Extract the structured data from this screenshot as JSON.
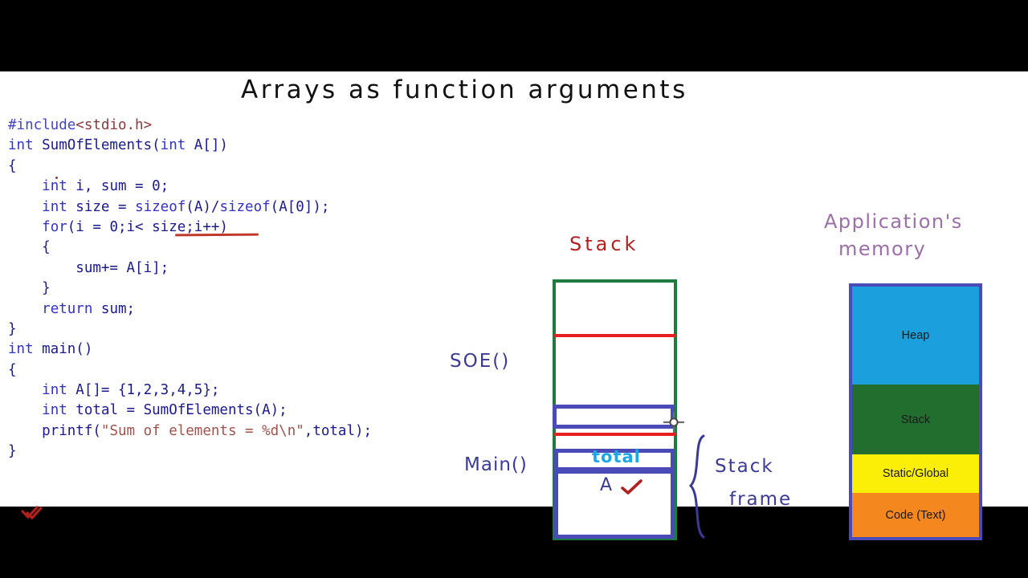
{
  "title": "Arrays as function arguments",
  "code": {
    "lines": [
      [
        {
          "t": "#include",
          "c": "pre"
        },
        {
          "t": "<stdio.h>",
          "c": "hdr"
        }
      ],
      [
        {
          "t": "int",
          "c": "kw"
        },
        {
          "t": " SumOfElements(",
          "c": "plain"
        },
        {
          "t": "int",
          "c": "kw"
        },
        {
          "t": " A[])",
          "c": "plain"
        }
      ],
      [
        {
          "t": "{",
          "c": "plain"
        }
      ],
      [
        {
          "t": "    ",
          "c": "plain"
        },
        {
          "t": "int",
          "c": "kw"
        },
        {
          "t": " i, sum = 0;",
          "c": "plain"
        }
      ],
      [
        {
          "t": "    ",
          "c": "plain"
        },
        {
          "t": "int",
          "c": "kw"
        },
        {
          "t": " size = ",
          "c": "plain"
        },
        {
          "t": "sizeof",
          "c": "kw"
        },
        {
          "t": "(A)/",
          "c": "plain"
        },
        {
          "t": "sizeof",
          "c": "kw"
        },
        {
          "t": "(A[0]);",
          "c": "plain"
        }
      ],
      [
        {
          "t": "    ",
          "c": "plain"
        },
        {
          "t": "for",
          "c": "kw"
        },
        {
          "t": "(i = 0;i< size;i++)",
          "c": "plain"
        }
      ],
      [
        {
          "t": "    {",
          "c": "plain"
        }
      ],
      [
        {
          "t": "        sum+= A[i];",
          "c": "plain"
        }
      ],
      [
        {
          "t": "    }",
          "c": "plain"
        }
      ],
      [
        {
          "t": "    ",
          "c": "plain"
        },
        {
          "t": "return",
          "c": "kw"
        },
        {
          "t": " sum;",
          "c": "plain"
        }
      ],
      [
        {
          "t": "}",
          "c": "plain"
        }
      ],
      [
        {
          "t": "int",
          "c": "kw"
        },
        {
          "t": " main()",
          "c": "plain"
        }
      ],
      [
        {
          "t": "{",
          "c": "plain"
        }
      ],
      [
        {
          "t": "    ",
          "c": "plain"
        },
        {
          "t": "int",
          "c": "kw"
        },
        {
          "t": " A[]= {1,2,3,4,5};",
          "c": "plain"
        }
      ],
      [
        {
          "t": "    ",
          "c": "plain"
        },
        {
          "t": "int",
          "c": "kw"
        },
        {
          "t": " total = SumOfElements(A);",
          "c": "plain"
        }
      ],
      [
        {
          "t": "    printf(",
          "c": "plain"
        },
        {
          "t": "\"Sum of elements = %d\\n\"",
          "c": "str"
        },
        {
          "t": ",total);",
          "c": "plain"
        }
      ],
      [
        {
          "t": "}",
          "c": "plain"
        }
      ]
    ]
  },
  "stack_diagram": {
    "heading": "Stack",
    "soe_label": "SOE()",
    "main_label": "Main()",
    "total_label": "total",
    "a_label": "A",
    "frame_label_line1": "Stack",
    "frame_label_line2": "frame"
  },
  "app_memory": {
    "title_line1": "Application's",
    "title_line2": "memory",
    "segments": [
      {
        "name": "Heap",
        "color": "#1ba0dd"
      },
      {
        "name": "Stack",
        "color": "#216e2e"
      },
      {
        "name": "Static/Global",
        "color": "#fbee07"
      },
      {
        "name": "Code (Text)",
        "color": "#f4881f"
      }
    ]
  },
  "colors": {
    "stack_heading": "#b22222",
    "stack_outer_border": "#1f7a3f",
    "divider_red": "#e62020",
    "frame_blue": "#4a4ab8",
    "ink_blue": "#3b3b96",
    "total_cyan": "#1ea7e8",
    "appmem_title": "#9b6fa8",
    "annotation_red": "#c0392b",
    "letterbox": "#000000",
    "canvas": "#ffffff"
  }
}
